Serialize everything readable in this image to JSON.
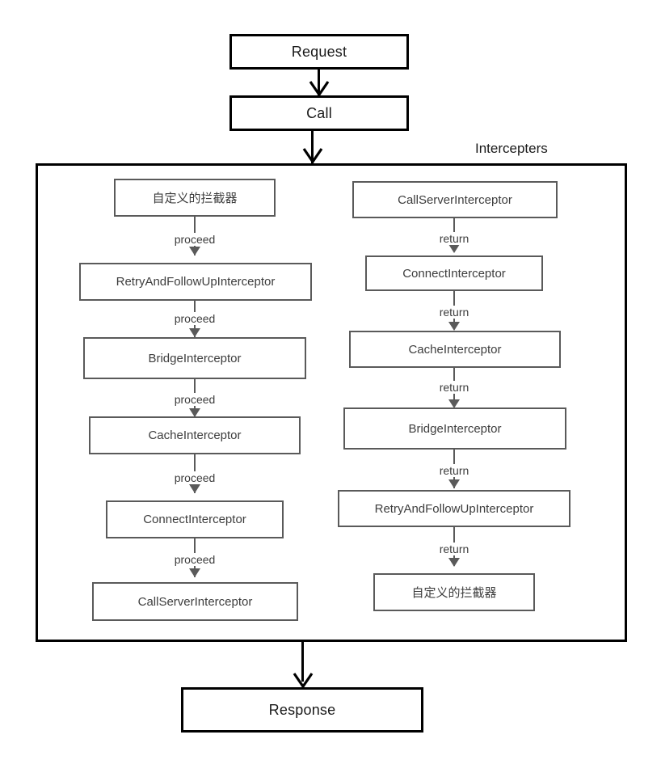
{
  "diagram": {
    "title_label": "Intercepters",
    "flow": {
      "request_label": "Request",
      "call_label": "Call",
      "response_label": "Response"
    },
    "edge_labels": {
      "proceed": "proceed",
      "return": "return"
    },
    "request_chain": {
      "direction_label": "proceed",
      "nodes": [
        {
          "label": "自定义的拦截器",
          "cjk": true
        },
        {
          "label": "RetryAndFollowUpInterceptor",
          "cjk": false
        },
        {
          "label": "BridgeInterceptor",
          "cjk": false
        },
        {
          "label": "CacheInterceptor",
          "cjk": false
        },
        {
          "label": "ConnectInterceptor",
          "cjk": false
        },
        {
          "label": "CallServerInterceptor",
          "cjk": false
        }
      ]
    },
    "response_chain": {
      "direction_label": "return",
      "nodes": [
        {
          "label": "CallServerInterceptor",
          "cjk": false
        },
        {
          "label": "ConnectInterceptor",
          "cjk": false
        },
        {
          "label": "CacheInterceptor",
          "cjk": false
        },
        {
          "label": "BridgeInterceptor",
          "cjk": false
        },
        {
          "label": "RetryAndFollowUpInterceptor",
          "cjk": false
        },
        {
          "label": "自定义的拦截器",
          "cjk": true
        }
      ]
    },
    "colors": {
      "main_stroke": "#000000",
      "node_stroke": "#5a5a5a",
      "node_text": "#3d3d3d",
      "background": "#ffffff"
    }
  }
}
